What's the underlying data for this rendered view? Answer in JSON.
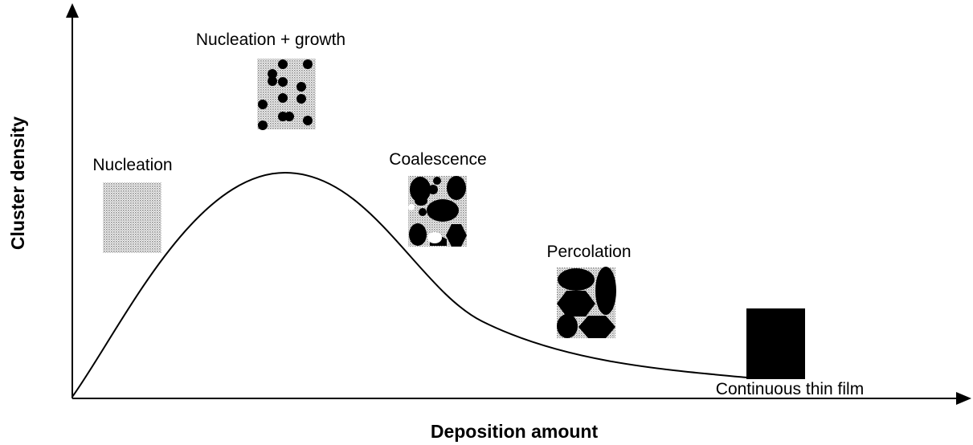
{
  "axes": {
    "x_label": "Deposition amount",
    "y_label": "Cluster density"
  },
  "stages": [
    {
      "label": "Nucleation"
    },
    {
      "label": "Nucleation + growth"
    },
    {
      "label": "Coalescence"
    },
    {
      "label": "Percolation"
    },
    {
      "label": "Continuous thin film"
    }
  ],
  "colors": {
    "ink": "#000000",
    "substrate_dots": "#b8b8b8",
    "background": "#ffffff"
  }
}
